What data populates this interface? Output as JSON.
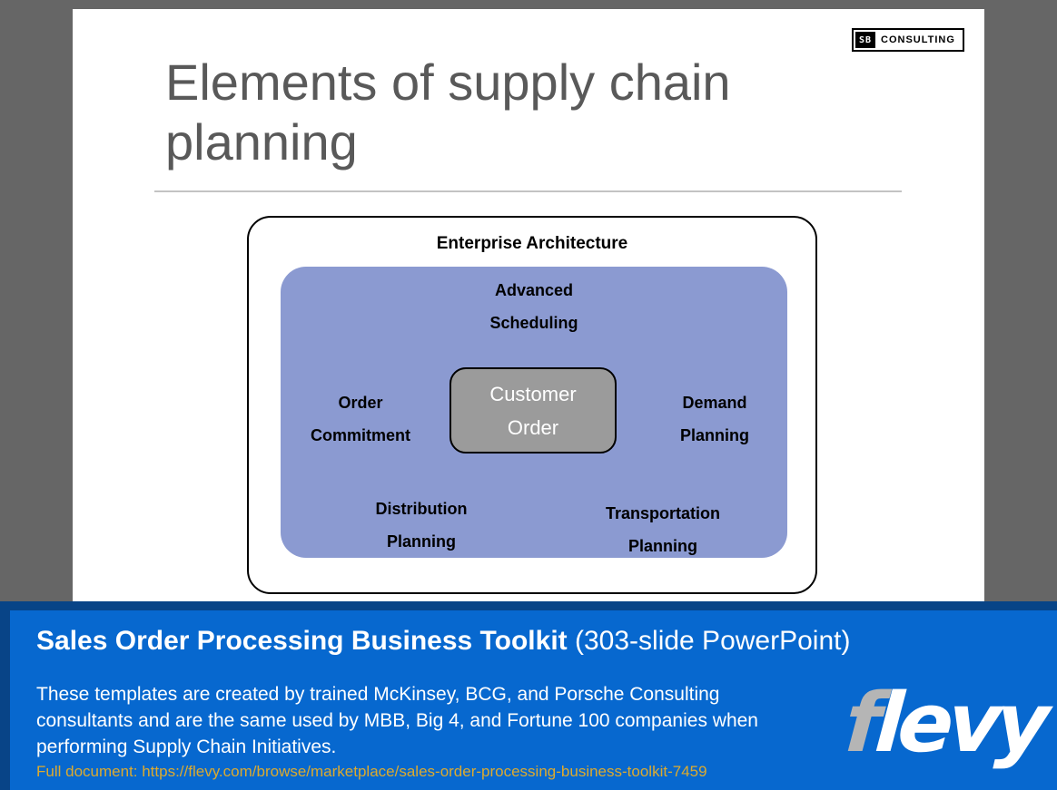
{
  "slide": {
    "logo": {
      "mark": "SB",
      "word": "CONSULTING"
    },
    "title_line1": "Elements of supply chain",
    "title_line2": "planning",
    "diagram": {
      "container_label": "Enterprise Architecture",
      "center_box": {
        "line1": "Customer",
        "line2": "Order"
      },
      "labels": {
        "top": {
          "line1": "Advanced",
          "line2": "Scheduling"
        },
        "left": {
          "line1": "Order",
          "line2": "Commitment"
        },
        "right": {
          "line1": "Demand",
          "line2": "Planning"
        },
        "bottom_left": {
          "line1": "Distribution",
          "line2": "Planning"
        },
        "bottom_right": {
          "line1": "Transportation",
          "line2": "Planning"
        }
      }
    }
  },
  "banner": {
    "title_bold": "Sales Order Processing Business Toolkit",
    "title_regular": " (303-slide PowerPoint)",
    "description_lines": [
      "These templates are created by trained McKinsey, BCG, and Porsche Consulting",
      "consultants and are the same used by MBB, Big 4, and Fortune 100 companies when",
      "performing Supply Chain Initiatives."
    ],
    "link": "Full document: https://flevy.com/browse/marketplace/sales-order-processing-business-toolkit-7459",
    "logo": {
      "f": "f",
      "levy": "levy"
    }
  },
  "colors": {
    "background_gray": "#666666",
    "slide_white": "#ffffff",
    "title_gray": "#595959",
    "rule_gray": "#c3c3c3",
    "planning_box_blue": "#8b9ad1",
    "customer_box_gray": "#9b9b9b",
    "banner_navy": "#084487",
    "banner_blue": "#0768cf",
    "link_gold": "#dcaa2f",
    "flevy_f_gray": "#b5b5b5",
    "label_black": "#000000",
    "text_white": "#ffffff"
  }
}
